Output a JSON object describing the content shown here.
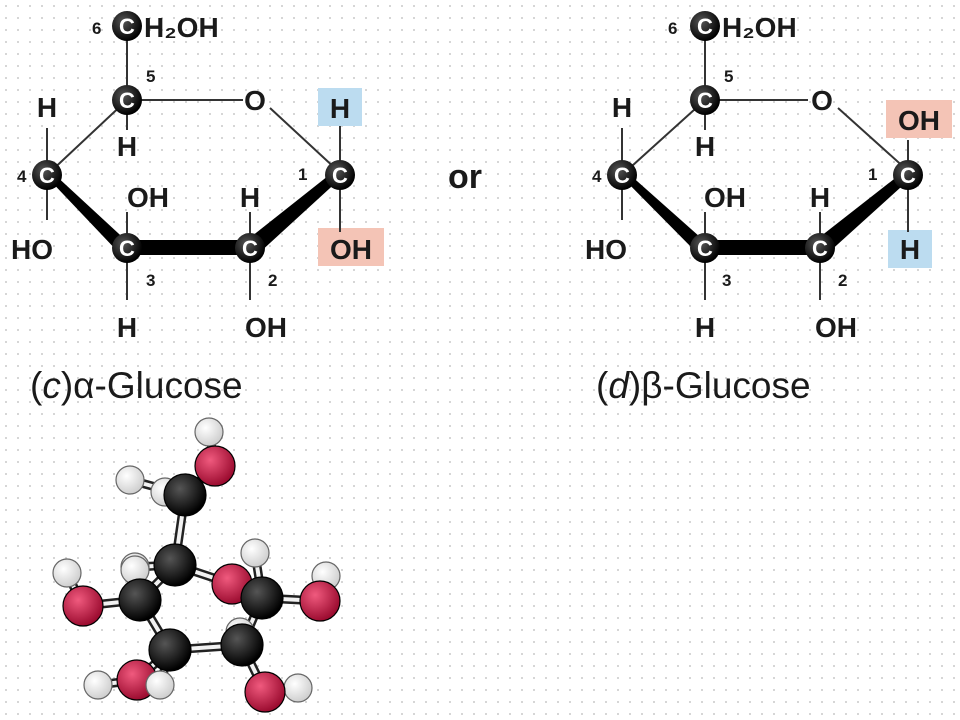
{
  "connector": "or",
  "alpha": {
    "caption_prefix": "(",
    "caption_letter": "c",
    "caption_suffix": ")α-Glucose",
    "c6_group": "H₂OH",
    "ring_oxygen": "O",
    "c1_top": "H",
    "c1_bottom": "OH",
    "c1_top_highlight": "#bcdcf0",
    "c1_bottom_highlight": "#f4c4b6",
    "c5_h": "H",
    "c4_h": "H",
    "c4_oh": "HO",
    "c3_oh": "OH",
    "c3_h": "H",
    "c2_h": "H",
    "c2_oh": "OH",
    "carbon_symbol": "C",
    "numbers": [
      "6",
      "5",
      "4",
      "3",
      "2",
      "1"
    ]
  },
  "beta": {
    "caption_prefix": "(",
    "caption_letter": "d",
    "caption_suffix": ")β-Glucose",
    "c6_group": "H₂OH",
    "ring_oxygen": "O",
    "c1_top": "OH",
    "c1_bottom": "H",
    "c1_top_highlight": "#f4c4b6",
    "c1_bottom_highlight": "#bcdcf0",
    "c5_h": "H",
    "c4_h": "H",
    "c4_oh": "HO",
    "c3_oh": "OH",
    "c3_h": "H",
    "c2_h": "H",
    "c2_oh": "OH",
    "carbon_symbol": "C",
    "numbers": [
      "6",
      "5",
      "4",
      "3",
      "2",
      "1"
    ]
  },
  "ball_and_stick": {
    "colors": {
      "carbon": "#111111",
      "oxygen": "#c4123f",
      "hydrogen": "#ffffff"
    }
  }
}
